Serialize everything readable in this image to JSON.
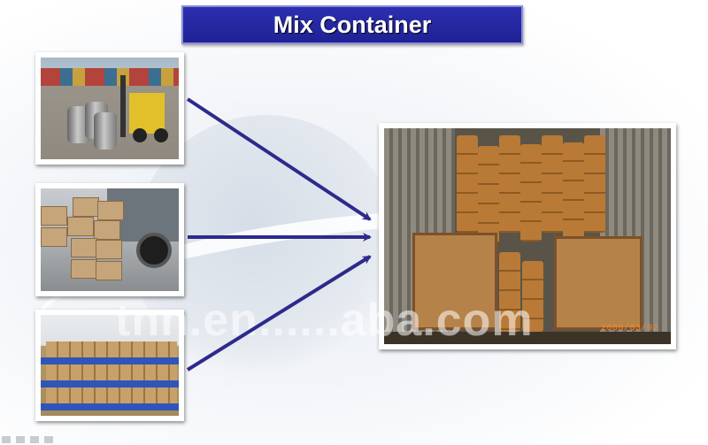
{
  "slide": {
    "title": "Mix Container",
    "watermark": "tnn.en......aba.com",
    "photo_stamp": "2008/03/02"
  },
  "photos": [
    {
      "name": "forklift-drums-photo"
    },
    {
      "name": "cartons-truck-photo"
    },
    {
      "name": "pallets-drums-photo"
    },
    {
      "name": "container-interior-photo"
    }
  ],
  "colors": {
    "title_bg": "#1f2194",
    "arrow": "#2d2a8c",
    "title_text": "#ffffff"
  },
  "icons": [
    "arrow-icon",
    "pen-icon",
    "slide-icon",
    "menu-icon"
  ]
}
